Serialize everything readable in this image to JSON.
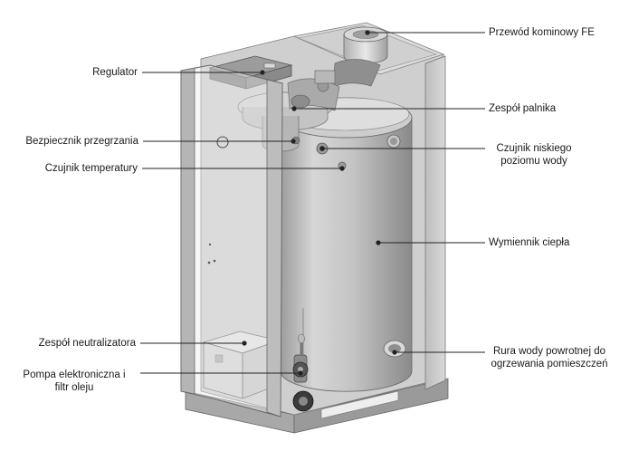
{
  "labels": {
    "flue": "Przewód kominowy FE",
    "regulator": "Regulator",
    "burner": "Zespół palnika",
    "overheat_fuse": "Bezpiecznik przegrzania",
    "low_water_sensor_line1": "Czujnik niskiego",
    "low_water_sensor_line2": "poziomu wody",
    "temp_sensor": "Czujnik temperatury",
    "heat_exchanger": "Wymiennik ciepła",
    "neutralizer": "Zespół neutralizatora",
    "return_pipe_line1": "Rura wody powrotnej do",
    "return_pipe_line2": "ogrzewania pomieszczeń",
    "pump_line1": "Pompa elektroniczna i",
    "pump_line2": "filtr oleju"
  }
}
